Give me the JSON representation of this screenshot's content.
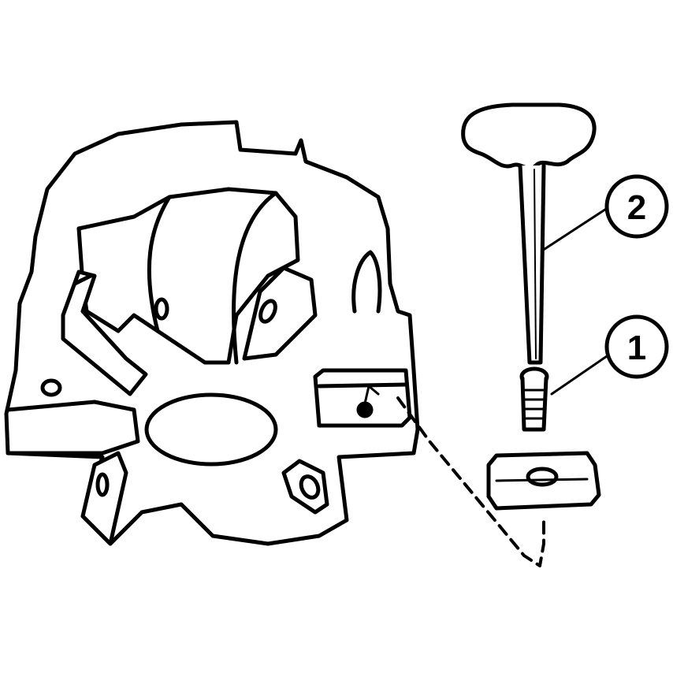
{
  "diagram": {
    "type": "exploded-assembly-line-drawing",
    "colors": {
      "stroke": "#000000",
      "background": "#ffffff",
      "fill": "#ffffff"
    },
    "callouts": [
      {
        "id": "callout-1",
        "label": "1",
        "points_to": "screw"
      },
      {
        "id": "callout-2",
        "label": "2",
        "points_to": "t-handle-key"
      }
    ]
  }
}
